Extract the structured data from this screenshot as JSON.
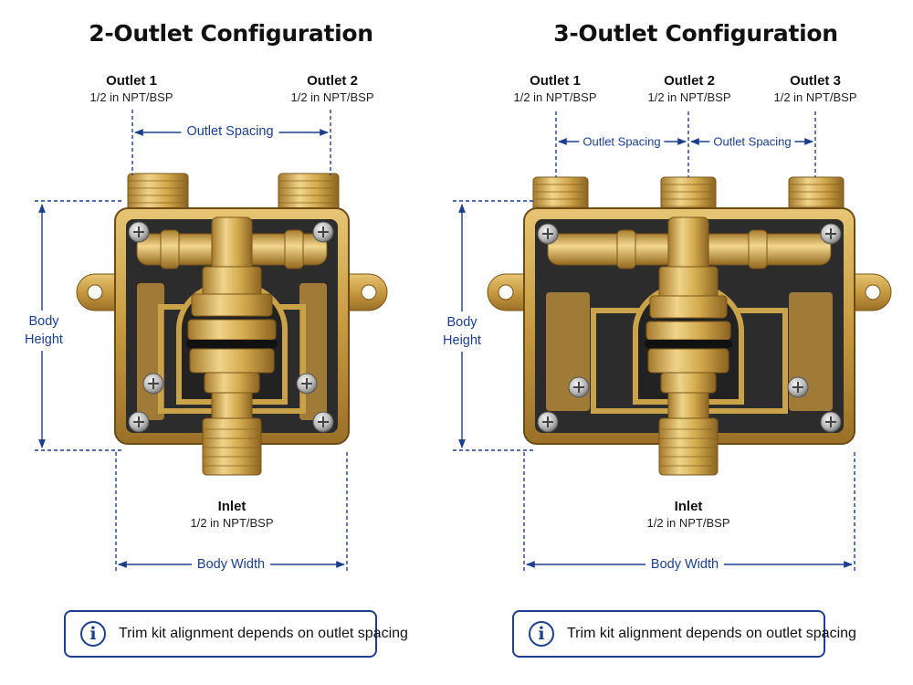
{
  "left": {
    "title": "2-Outlet Configuration",
    "outlets": [
      {
        "name": "Outlet 1",
        "spec": "1/2 in NPT/BSP"
      },
      {
        "name": "Outlet 2",
        "spec": "1/2 in NPT/BSP"
      }
    ],
    "outlet_spacing": "Outlet Spacing",
    "body_height": [
      "Body",
      "Height"
    ],
    "inlet": {
      "name": "Inlet",
      "spec": "1/2 in NPT/BSP"
    },
    "body_width": "Body Width",
    "note": "Trim kit alignment depends on outlet spacing"
  },
  "right": {
    "title": "3-Outlet Configuration",
    "outlets": [
      {
        "name": "Outlet 1",
        "spec": "1/2 in NPT/BSP"
      },
      {
        "name": "Outlet 2",
        "spec": "1/2 in NPT/BSP"
      },
      {
        "name": "Outlet 3",
        "spec": "1/2 in NPT/BSP"
      }
    ],
    "outlet_spacing": [
      "Outlet Spacing",
      "Outlet Spacing"
    ],
    "body_height": [
      "Body",
      "Height"
    ],
    "inlet": {
      "name": "Inlet",
      "spec": "1/2 in NPT/BSP"
    },
    "body_width": "Body Width",
    "note": "Trim kit alignment depends on outlet spacing"
  },
  "colors": {
    "brass": "#c9a24a",
    "brass_dark": "#8a6420",
    "cavity": "#2b2b2b",
    "dimension": "#1c3f8c"
  },
  "info_icon": "info-icon"
}
